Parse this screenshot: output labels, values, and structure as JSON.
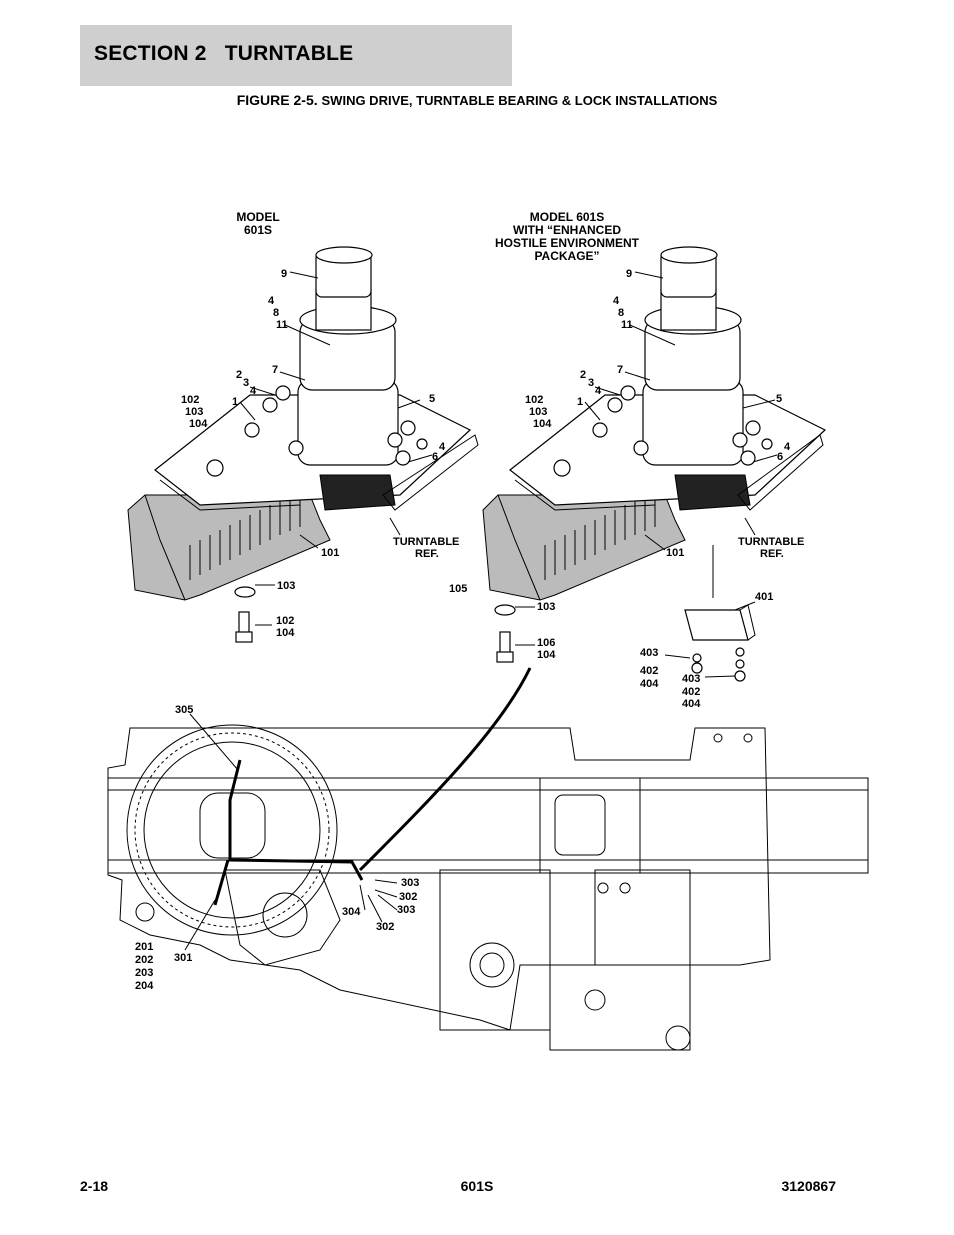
{
  "header": {
    "section_title": "SECTION 2   TURNTABLE",
    "figure_lead": "FIGURE 2-5. ",
    "figure_rest": "SWING DRIVE, TURNTABLE BEARING & LOCK INSTALLATIONS"
  },
  "left_assembly": {
    "title_line1": "MODEL",
    "title_line2": "601S",
    "callouts": {
      "c9": "9",
      "c4a": "4",
      "c8": "8",
      "c11": "11",
      "c7": "7",
      "c2": "2",
      "c3": "3",
      "c4b": "4",
      "c1": "1",
      "c102": "102",
      "c103": "103",
      "c104": "104",
      "c5": "5",
      "c4c": "4",
      "c6": "6",
      "turntable1": "TURNTABLE",
      "turntable2": "REF.",
      "c101": "101",
      "b103": "103",
      "b102": "102",
      "b104": "104"
    }
  },
  "right_assembly": {
    "title_line1": "MODEL 601S",
    "title_line2": "WITH “ENHANCED",
    "title_line3": "HOSTILE ENVIRONMENT",
    "title_line4": "PACKAGE”",
    "callouts": {
      "c9": "9",
      "c4a": "4",
      "c8": "8",
      "c11": "11",
      "c7": "7",
      "c2": "2",
      "c3": "3",
      "c4b": "4",
      "c1": "1",
      "c102": "102",
      "c103": "103",
      "c104": "104",
      "c5": "5",
      "c4c": "4",
      "c6": "6",
      "turntable1": "TURNTABLE",
      "turntable2": "REF.",
      "c101": "101",
      "c105": "105",
      "b103": "103",
      "b106": "106",
      "b104": "104",
      "c401": "401",
      "c403a": "403",
      "c402a": "402",
      "c404a": "404",
      "c403b": "403",
      "c402b": "402",
      "c404b": "404"
    }
  },
  "frame_assembly": {
    "callouts": {
      "c305": "305",
      "c303a": "303",
      "c302a": "302",
      "c303b": "303",
      "c304": "304",
      "c302b": "302",
      "c301": "301",
      "c201": "201",
      "c202": "202",
      "c203": "203",
      "c204": "204"
    }
  },
  "footer": {
    "page_number": "2-18",
    "model": "601S",
    "doc_number": "3120867"
  }
}
